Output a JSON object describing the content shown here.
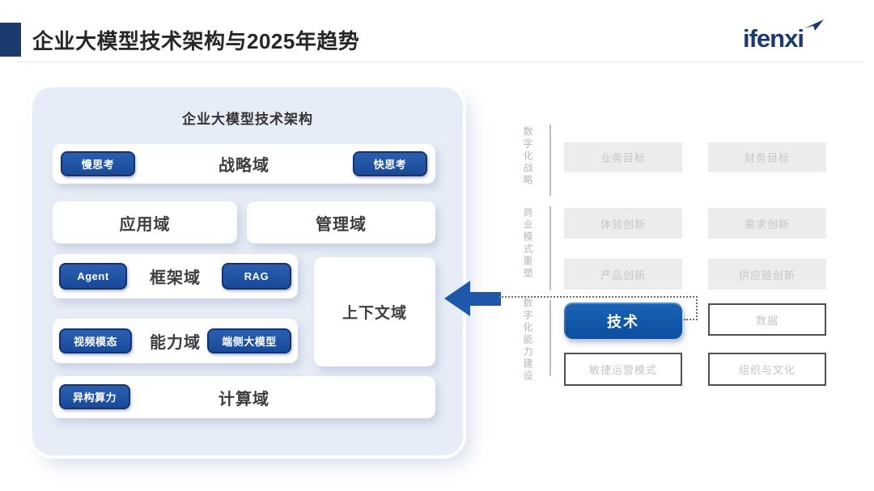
{
  "slide": {
    "title": "企业大模型技术架构与2025年趋势",
    "logo_text": "ifenxi"
  },
  "architecture": {
    "panel_title": "企业大模型技术架构",
    "strategy": {
      "label": "战略域",
      "badge_left": "慢思考",
      "badge_right": "快思考"
    },
    "application": {
      "label": "应用域"
    },
    "management": {
      "label": "管理域"
    },
    "framework": {
      "label": "框架域",
      "badge_left": "Agent",
      "badge_right": "RAG"
    },
    "context": {
      "label": "上下文域"
    },
    "capability": {
      "label": "能力域",
      "badge_left": "视频模态",
      "badge_right": "端侧大模型"
    },
    "compute": {
      "label": "计算域",
      "badge_left": "异构算力"
    }
  },
  "transformation": {
    "sections": [
      {
        "label": "数字化战略",
        "boxes": [
          "业务目标",
          "财务目标"
        ]
      },
      {
        "label": "商业模式重塑",
        "boxes": [
          "体验创新",
          "需求创新",
          "产品创新",
          "供应链创新"
        ]
      },
      {
        "label": "数字化能力建设",
        "tech_label": "技术",
        "boxes": [
          "数据",
          "敏捷运营模式",
          "组织与文化"
        ]
      }
    ]
  },
  "icons": {
    "logo_arrow": "paper-plane-arrow",
    "left_arrow": "block-arrow-left"
  },
  "colors": {
    "navy": "#1c3a6e",
    "badge_blue": "#1d52a6",
    "tech_blue": "#0d56a8",
    "arrow_blue": "#1f58ab",
    "panel_bg": "#e7edf6",
    "gray_box_bg": "#ececec",
    "gray_text": "#c6c6c6",
    "outline_gray": "#4f4f4f",
    "label_gray": "#b5b5b5"
  }
}
